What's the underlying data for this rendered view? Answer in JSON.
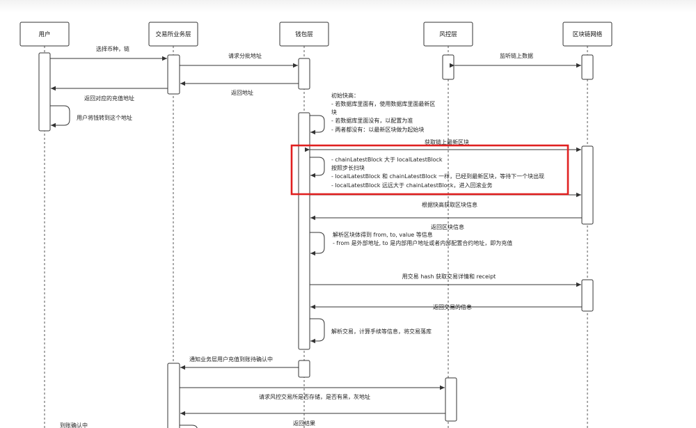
{
  "actors": [
    "用户",
    "交易所业务层",
    "钱包层",
    "风控层",
    "区块链网络"
  ],
  "messages": {
    "m1": "选择币种，链",
    "m2": "请求分批地址",
    "m3": "监听链上数据",
    "m4": "返回地址",
    "m5": "返回对应的充值地址",
    "m6": "用户将钱转到这个地址",
    "m7": "获取链上最新区块",
    "m8": "根据快高获取区块信息",
    "m9": "返回区块信息",
    "m10": "用交易 hash 获取交易详情和 receipt",
    "m11": "返回交易的信息",
    "m12": "解析交易，计算手续等信息，将交易落库",
    "m13": "通知业务层用户充值到账待确认中",
    "m14": "请求风控交易所是否存储，是否有黑，灰地址",
    "m15": "返回结果",
    "m16": "到账确认中"
  },
  "notes": {
    "init": [
      "初始快高：",
      "- 若数据库里面有，使用数据库里面最新区",
      "块",
      "- 若数据库里面没有，以配置为准",
      "- 两者都没有：以最新区块做为起始块"
    ],
    "compare": [
      "- chainLatestBlock 大于 localLatestBlock",
      "按照步长扫块",
      "- localLatestBlock 和 chainLatestBlock 一样，已经到最新区块，等待下一个块出现",
      "- localLatestBlock 远远大于 chainLatestBlock，进入回滚业务"
    ],
    "parse": [
      "解析区块体得到 from, to, value 等信息",
      "- from 是外部地址, to 是内部用户地址或者内部配置合约地址，即为充值"
    ]
  },
  "colors": {
    "highlight": "#e02020",
    "line": "#333333"
  }
}
